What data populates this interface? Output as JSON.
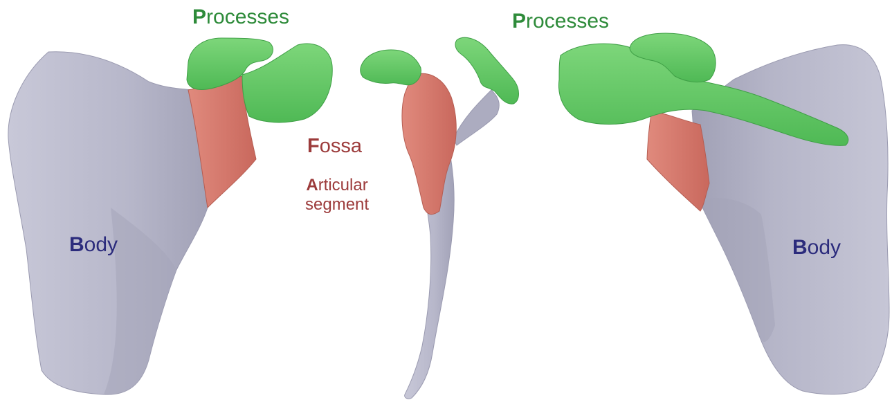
{
  "colors": {
    "body": "#b9b9cc",
    "body_shade": "#9e9eb3",
    "body_edge": "#8c8ca3",
    "processes": "#6fcb6f",
    "processes_dark": "#3aa84a",
    "fossa": "#d57a6e",
    "fossa_dark": "#b85a50",
    "label_green": "#2e8b3a",
    "label_red": "#9c3b3b",
    "label_blue": "#2b2b7c"
  },
  "labels": {
    "processes_left": {
      "initial": "P",
      "rest": "rocesses"
    },
    "processes_right": {
      "initial": "P",
      "rest": "rocesses"
    },
    "fossa": {
      "initial": "F",
      "rest": "ossa"
    },
    "articular": {
      "initial": "A",
      "rest": "rticular",
      "line2": "segment"
    },
    "body_left": {
      "initial": "B",
      "rest": "ody"
    },
    "body_right": {
      "initial": "B",
      "rest": "ody"
    }
  }
}
